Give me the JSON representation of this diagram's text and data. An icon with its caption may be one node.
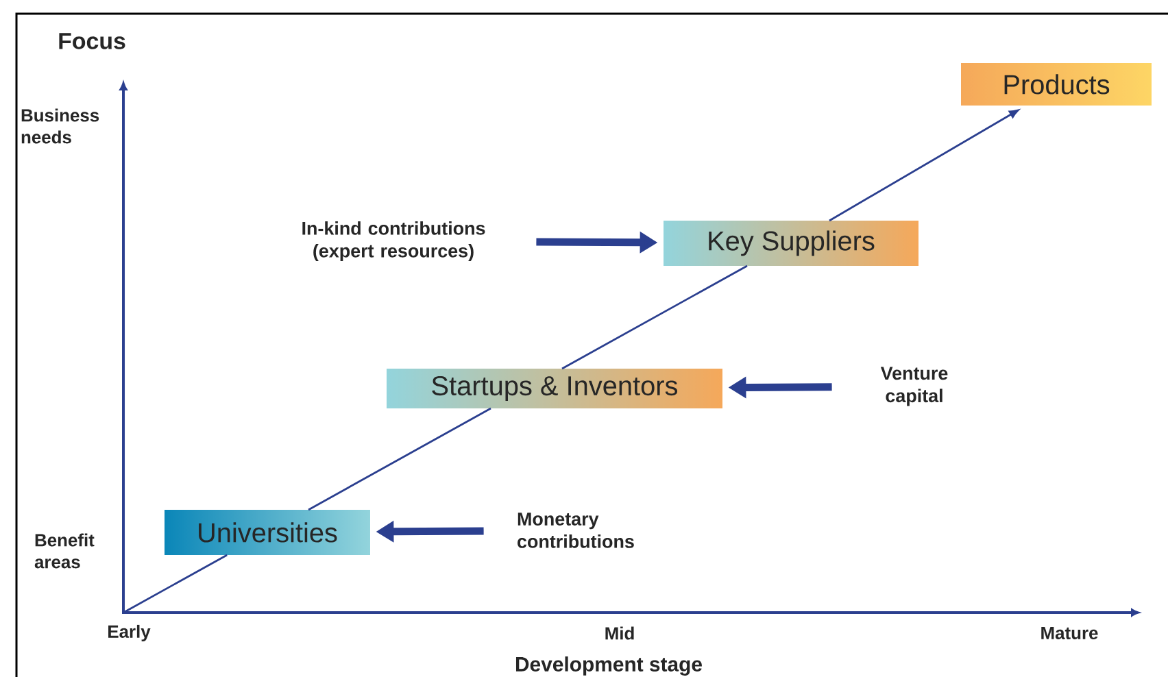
{
  "diagram": {
    "nodes": [
      {
        "text": [
          "In-kind contributions (expert resources)"
        ]
      },
      {
        "text": [
          "Key Suppliers"
        ]
      },
      {
        "text": [
          "Startups & Inventors"
        ]
      },
      {
        "text": [
          "Venture capital"
        ]
      },
      {
        "text": [
          "Universities"
        ]
      },
      {
        "text": [
          "Monetary contributions"
        ]
      },
      {
        "text": [
          "Products"
        ]
      }
    ],
    "edges": [
      {
        "from": 0,
        "to": 1,
        "arrow": "to"
      },
      {
        "from": 3,
        "to": 2,
        "arrow": "to"
      },
      {
        "from": 5,
        "to": 4,
        "arrow": "to"
      },
      {
        "from": null,
        "to": 6,
        "arrow": "to"
      }
    ],
    "labels": [
      "Focus",
      "Business needs",
      "Benefit areas",
      "Early",
      "Mid",
      "Mature",
      "Development stage"
    ]
  }
}
